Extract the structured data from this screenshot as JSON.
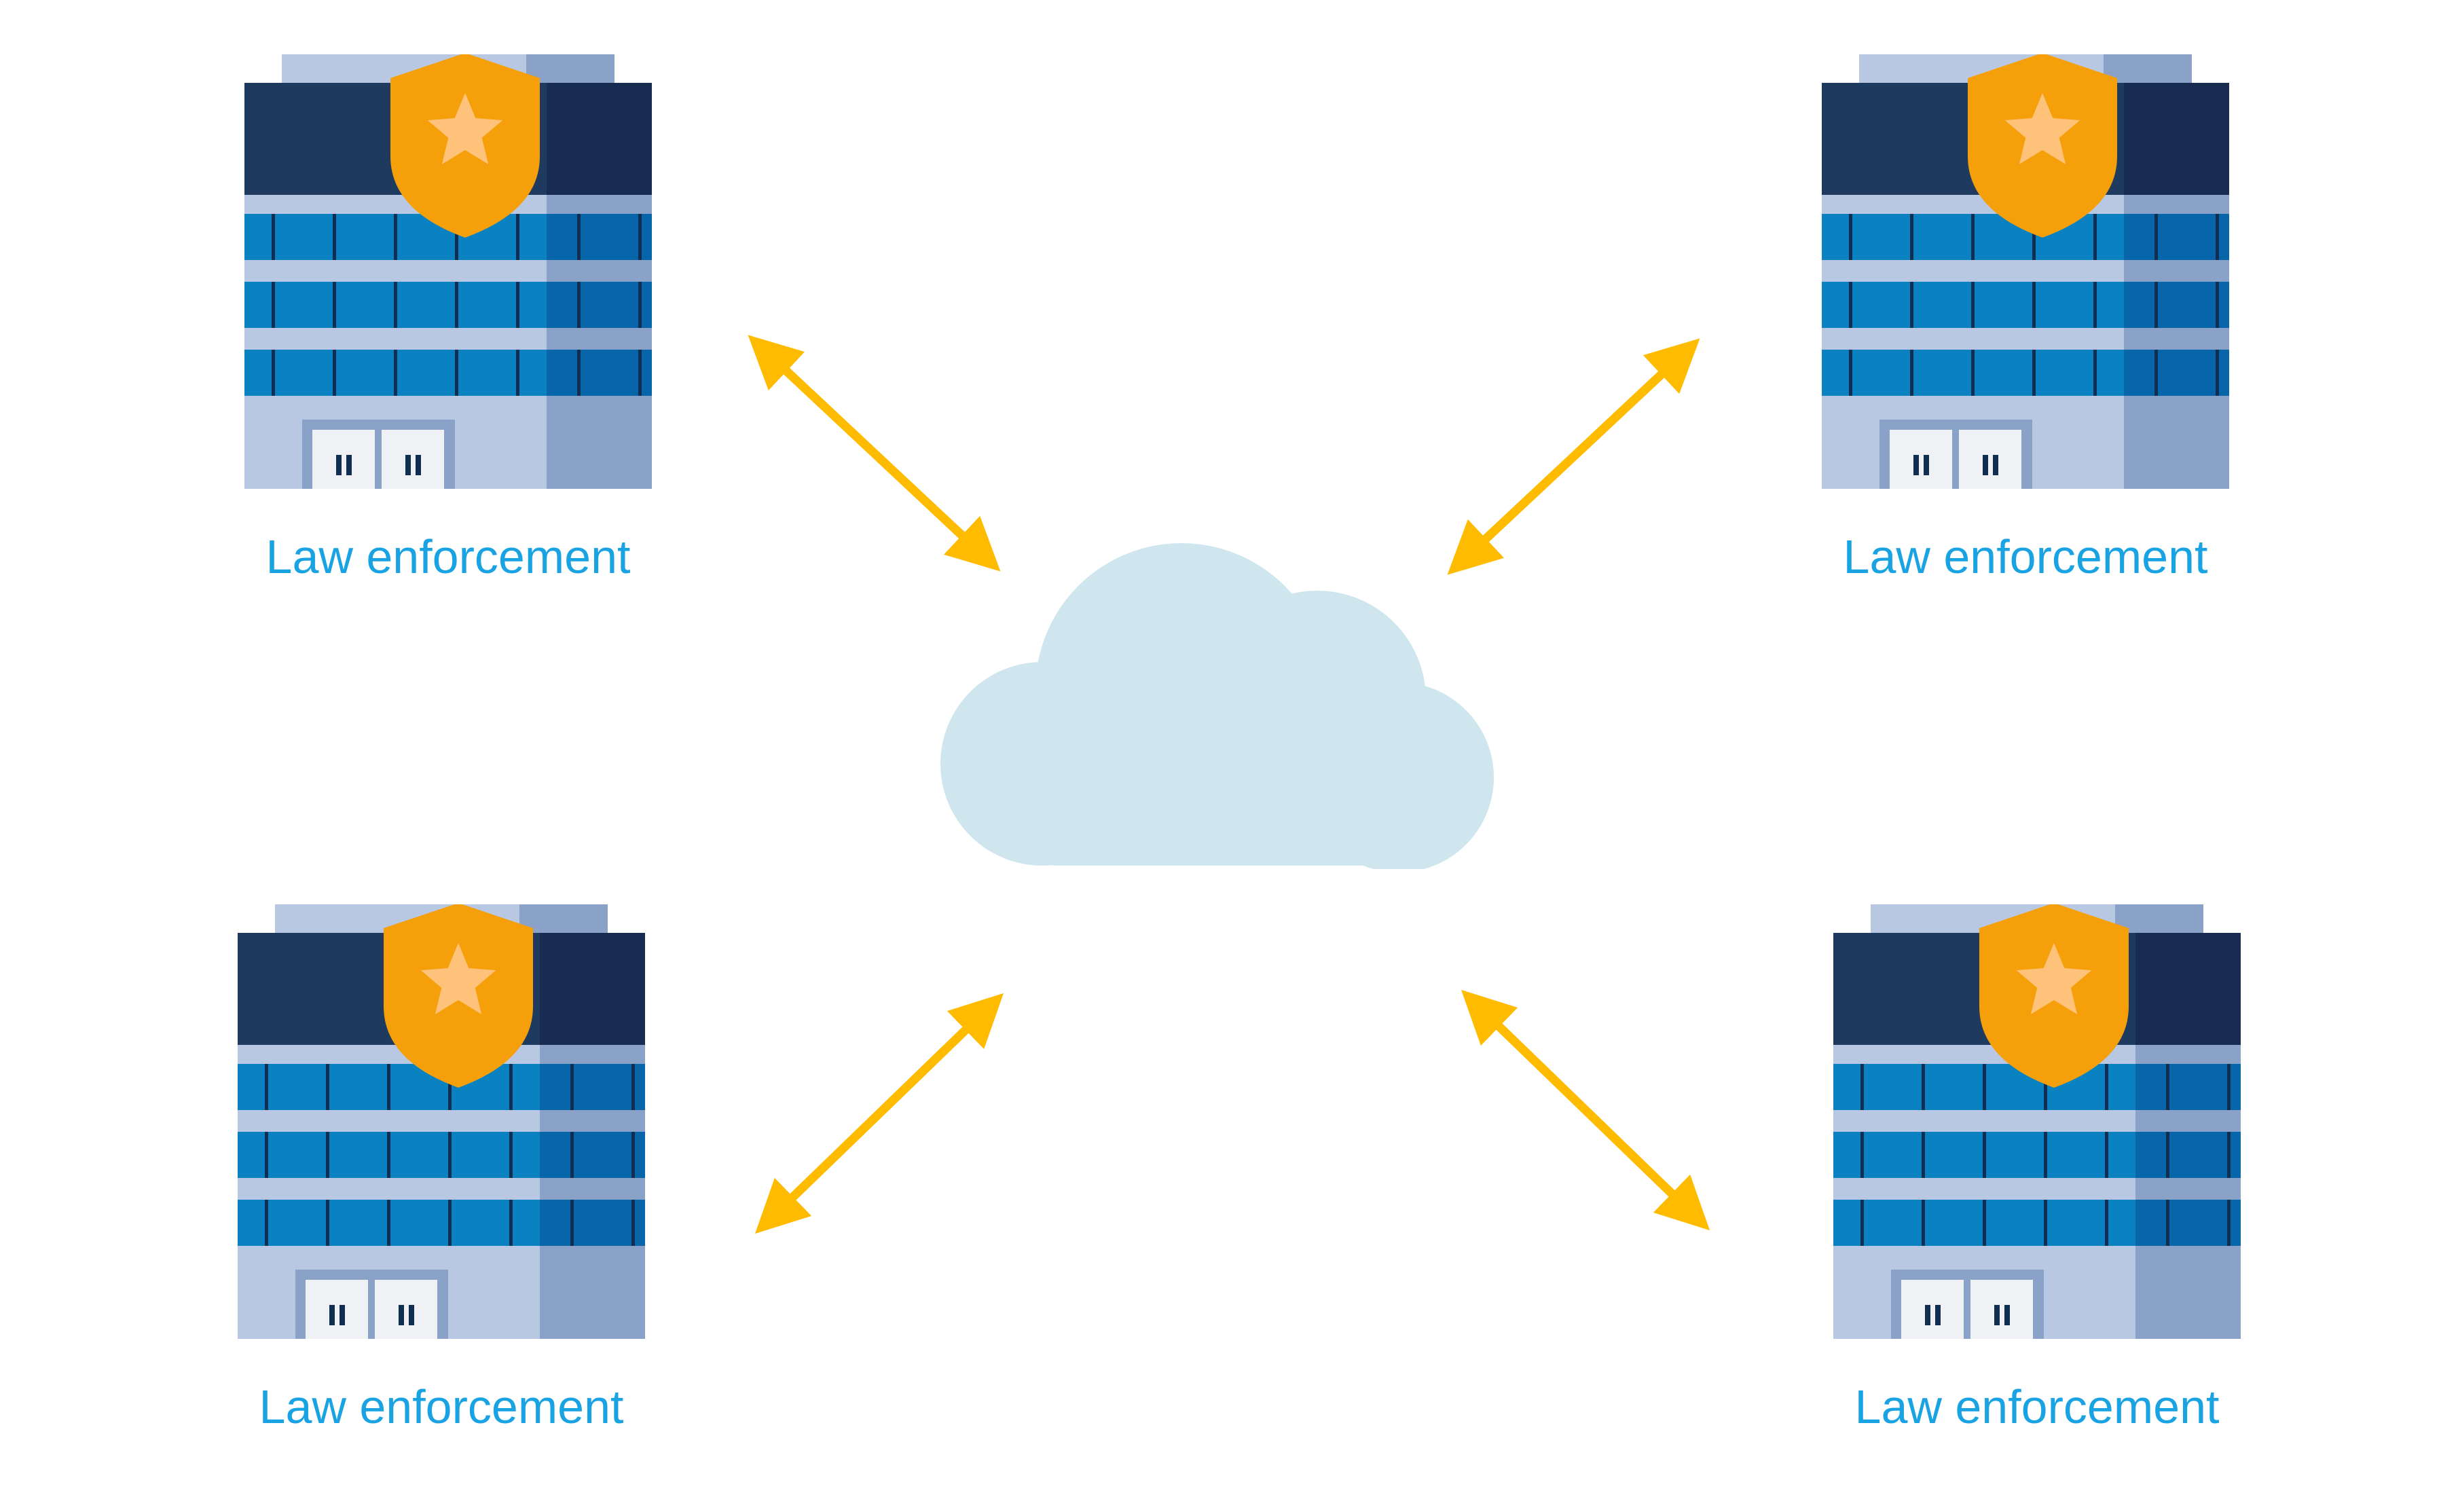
{
  "colors": {
    "label": "#1aa3e3",
    "arrow": "#ffbb00",
    "cloud": "#cfe6ef",
    "building_roof": "#1e3a5f",
    "building_roof_shade": "#172c50",
    "building_light": "#b8c8e2",
    "building_shade": "#8aa1c8",
    "window_band": "#0a82c2",
    "window_band_shade": "#0766aa",
    "window_line": "#0f2e52",
    "door": "#f0f1f4",
    "shield": "#f5a00a",
    "star": "#ffc27a"
  },
  "icons": {
    "building": "police-building-icon",
    "shield": "police-shield-icon",
    "cloud": "cloud-icon",
    "arrow": "double-headed-arrow-icon"
  },
  "nodes": [
    {
      "id": "top-left",
      "label": "Law enforcement"
    },
    {
      "id": "top-right",
      "label": "Law enforcement"
    },
    {
      "id": "bottom-left",
      "label": "Law enforcement"
    },
    {
      "id": "bottom-right",
      "label": "Law enforcement"
    }
  ],
  "connections": [
    {
      "from": "cloud",
      "to": "top-left",
      "direction": "both"
    },
    {
      "from": "cloud",
      "to": "top-right",
      "direction": "both"
    },
    {
      "from": "cloud",
      "to": "bottom-left",
      "direction": "both"
    },
    {
      "from": "cloud",
      "to": "bottom-right",
      "direction": "both"
    }
  ]
}
